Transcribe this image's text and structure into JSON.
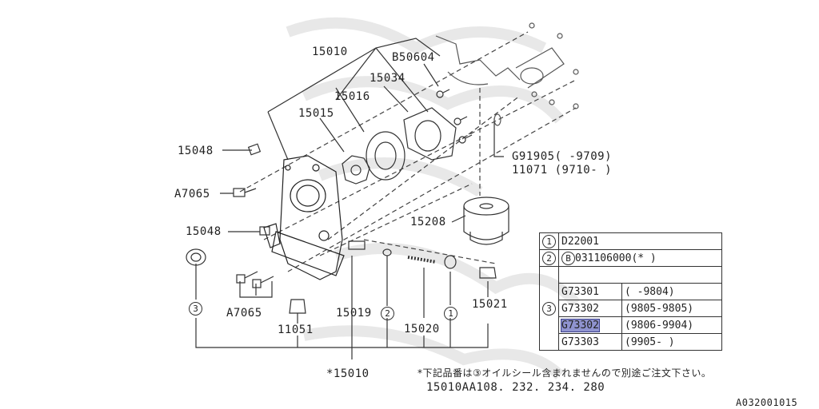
{
  "labels": {
    "p15010": "15010",
    "b50604": "B50604",
    "p15034": "15034",
    "p15016": "15016",
    "p15015": "15015",
    "p15048a": "15048",
    "a7065a": "A7065",
    "p15048b": "15048",
    "p15208": "15208",
    "g91905": "G91905( -9709)",
    "p11071": "11071  (9710- )",
    "a7065b": "A7065",
    "p11051": "11051",
    "p15019": "15019",
    "p15020": "15020",
    "p15021": "15021",
    "p15010star": "*15010",
    "c1": "1",
    "c2": "2",
    "c3": "3"
  },
  "table": {
    "r1": {
      "num": "1",
      "part": "D22001"
    },
    "r2": {
      "num": "2",
      "b": "B",
      "part": "031106000(* )"
    },
    "r3": {
      "num": "3"
    },
    "rows": [
      {
        "part": "G73301",
        "range": "(      -9804)"
      },
      {
        "part": "G73302",
        "range": "(9805-9805)"
      },
      {
        "part": "G73302",
        "range": "(9806-9904)"
      },
      {
        "part": "G73303",
        "range": "(9905-     )"
      }
    ]
  },
  "note": "*下記品番は③オイルシール含まれませんので別途ご注文下さい。",
  "codes": "15010AA108. 232. 234. 280",
  "fig_id": "A032001015"
}
